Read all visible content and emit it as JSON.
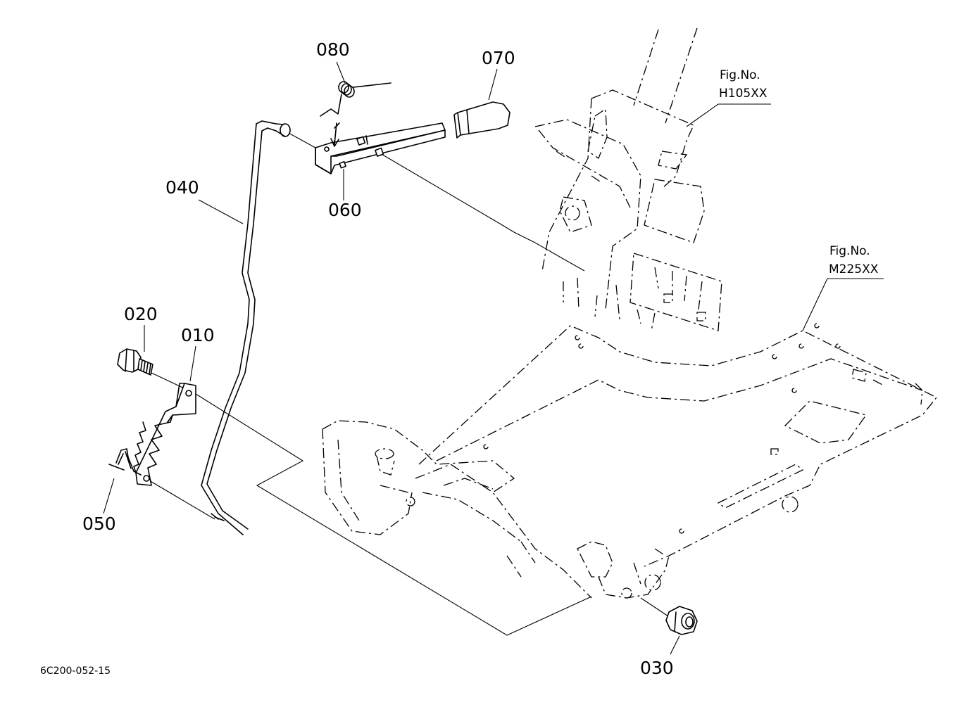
{
  "parts": {
    "p010": "010",
    "p020": "020",
    "p030": "030",
    "p040": "040",
    "p050": "050",
    "p060": "060",
    "p070": "070",
    "p080": "080"
  },
  "figure_refs": {
    "upper": {
      "line1": "Fig.No.",
      "line2": "H105XX"
    },
    "lower": {
      "line1": "Fig.No.",
      "line2": "M225XX"
    }
  },
  "drawing_code": "6C200-052-15"
}
